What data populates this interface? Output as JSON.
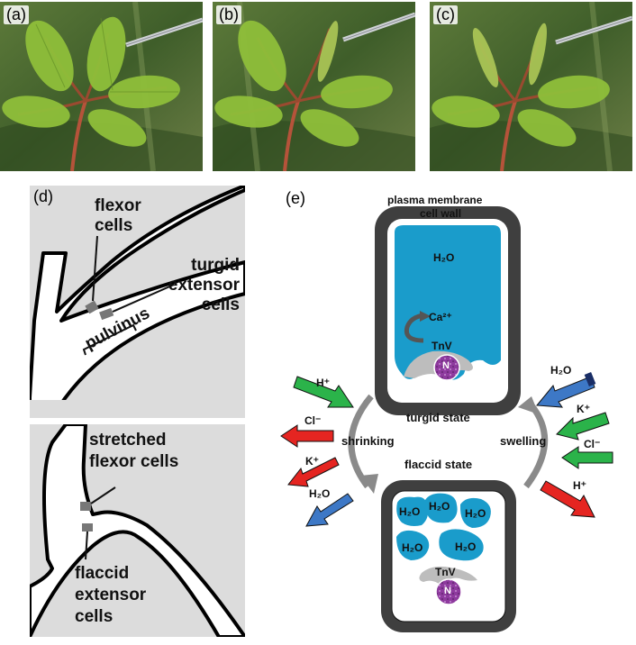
{
  "panels": {
    "a": "(a)",
    "b": "(b)",
    "c": "(c)",
    "d": "(d)",
    "e": "(e)"
  },
  "panel_d": {
    "flexor_cells": [
      "flexor",
      "cells"
    ],
    "turgid_extensor_cells": [
      "turgid",
      "extensor",
      "cells"
    ],
    "pulvinus": "pulvinus",
    "stretched_flexor_cells": [
      "stretched",
      "flexor cells"
    ],
    "flaccid_extensor_cells": [
      "flaccid",
      "extensor",
      "cells"
    ]
  },
  "panel_e": {
    "plasma_membrane": "plasma membrane",
    "cell_wall": "cell wall",
    "top_cell": {
      "water": "H₂O",
      "calcium": "Ca²⁺",
      "tnv": "TnV",
      "nucleus": "N"
    },
    "turgid_state": "turgid state",
    "flaccid_state": "flaccid state",
    "shrinking": "shrinking",
    "swelling": "swelling",
    "bottom_cell": {
      "water": [
        "H₂O",
        "H₂O",
        "H₂O",
        "H₂O",
        "H₂O"
      ],
      "tnv": "TnV",
      "nucleus": "N"
    },
    "left_arrows": [
      {
        "label": "H⁺",
        "direction": "in",
        "color": "#2bb34a"
      },
      {
        "label": "Cl⁻",
        "direction": "out",
        "color": "#e52521"
      },
      {
        "label": "K⁺",
        "direction": "out",
        "color": "#e52521"
      },
      {
        "label": "H₂O",
        "direction": "out",
        "color": "#3d78c6"
      }
    ],
    "right_arrows": [
      {
        "label": "H₂O",
        "direction": "in",
        "color": "#3d78c6"
      },
      {
        "label": "K⁺",
        "direction": "in",
        "color": "#2bb34a"
      },
      {
        "label": "Cl⁻",
        "direction": "in",
        "color": "#2bb34a"
      },
      {
        "label": "H⁺",
        "direction": "out",
        "color": "#e52521"
      }
    ]
  },
  "colors": {
    "water": "#1a9ccb",
    "cell_wall": "#3f3f3f",
    "nucleus": "#7a2a8c",
    "panel_bg": "#dcdcdc"
  }
}
